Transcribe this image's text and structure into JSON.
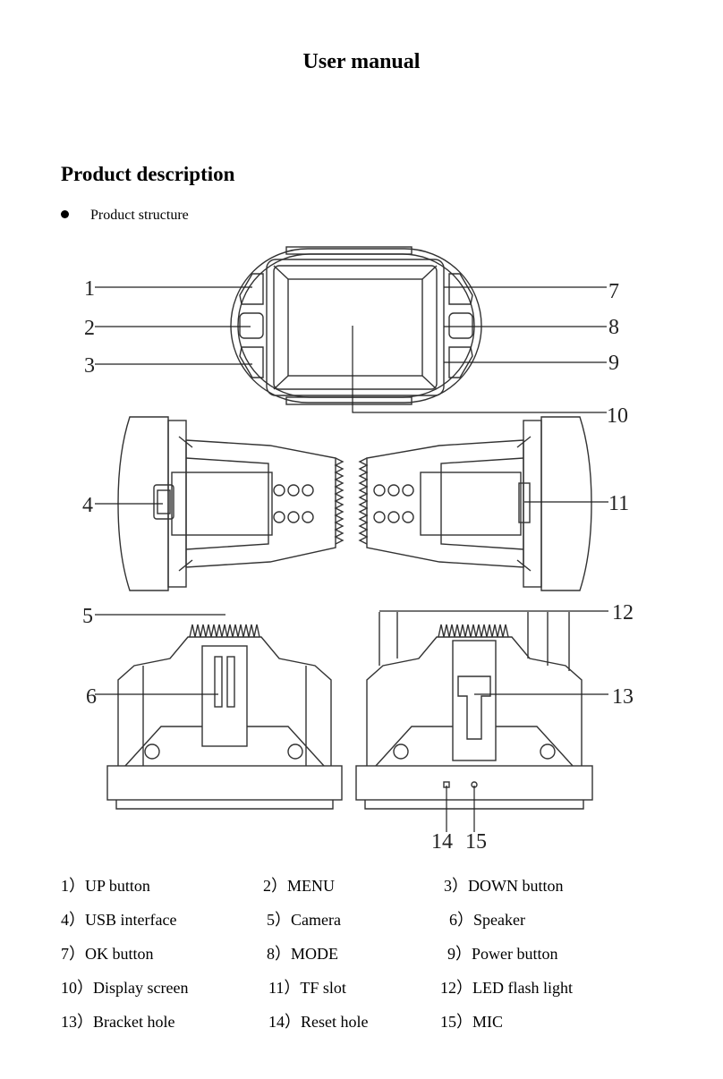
{
  "document": {
    "title": "User manual",
    "section_heading": "Product description",
    "bullet": "Product structure"
  },
  "callouts": [
    "1",
    "2",
    "3",
    "4",
    "5",
    "6",
    "7",
    "8",
    "9",
    "10",
    "11",
    "12",
    "13",
    "14",
    "15"
  ],
  "legend": [
    [
      "1）UP button",
      "2）MENU",
      "3）DOWN button"
    ],
    [
      "4）USB interface",
      "5）Camera",
      "6）Speaker"
    ],
    [
      "7）OK button",
      "8）MODE",
      "9）Power button"
    ],
    [
      "10）Display screen",
      "11）TF slot",
      "12）LED flash light"
    ],
    [
      "13）Bracket hole",
      "14）Reset hole",
      "15）MIC"
    ]
  ]
}
